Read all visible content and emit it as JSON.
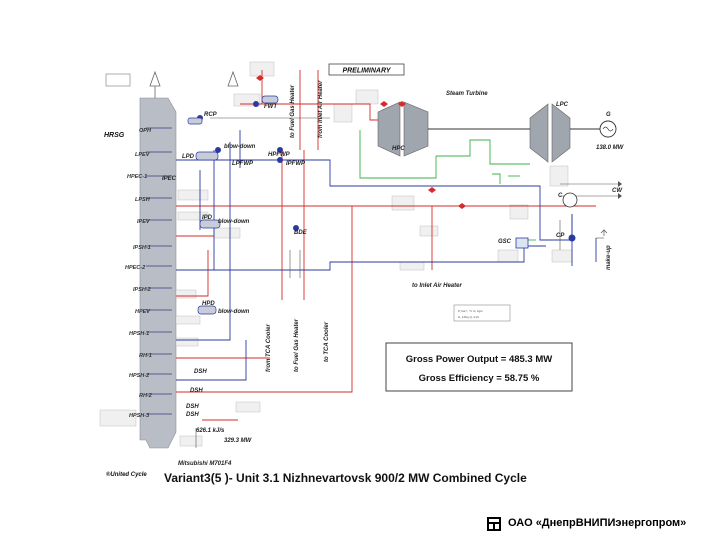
{
  "diagram": {
    "banner": "PRELIMINARY",
    "hrsg": "HRSG",
    "steam_turbine": "Steam Turbine",
    "lpc": "LPC",
    "hpc": "HPC",
    "generator_symbol": "G",
    "generator_output": "138.0 MW",
    "cw": "CW",
    "condenser": "C",
    "cp": "CP",
    "gsc": "GSC",
    "makeup": "make-up",
    "to_fuel_gas_heater": "to Fuel Gas Heater",
    "from_inlet_air_heater": "from Inlet Air Heater",
    "to_inlet_air_heater": "to Inlet Air Heater",
    "from_tca_cooler": "from TCA Cooler",
    "to_fuel_gas_heater_2": "to Fuel Gas Heater",
    "to_tca_cooler": "to TCA Cooler",
    "gas_turbine": "Mitsubishi M701F4",
    "gt_flow": "626.1 kJ/s",
    "gt_power": "329.3 MW",
    "gross_power": "Gross Power Output = 485.3 MW",
    "gross_efficiency": "Gross Efficiency = 58.75 %",
    "legend_line1": "P, bar   t, °C   G, kg/s",
    "legend_line2": "H, kJ/kg   Q, kJ/s",
    "copyright": "®United Cycle",
    "title": "Variant3(5 )- Unit 3.1 Nizhnevartovsk 900/2 MW Combined Cycle",
    "labels": {
      "oph": "OPH",
      "rcp": "RCP",
      "fwt": "FWT",
      "lpev": "LPEV",
      "lpd": "LPD",
      "blowdown1": "blow-down",
      "lpfwp": "LPFWP",
      "hpfwp": "HPFWP",
      "ipfwp": "IPFWP",
      "hpec1": "HPEC-1",
      "ipec": "IPEC",
      "lpsh": "LPSH",
      "ipev": "IPEV",
      "ipd": "IPD",
      "blowdown2": "blow-down",
      "ipsh1": "IPSH-1",
      "bde": "BDE",
      "hpec2": "HPEC-2",
      "ipsh2": "IPSH-2",
      "hpev": "HPEV",
      "hpd": "HPD",
      "blowdown3": "blow-down",
      "hpsh1": "HPSH-1",
      "rh1": "RH-1",
      "hpsh2": "HPSH-2",
      "rh2": "RH-2",
      "hpsh3": "HPSH-3",
      "dsh1": "DSH",
      "dsh2": "DSH",
      "dsh3": "DSH",
      "dsh4": "DSH"
    }
  },
  "footer": {
    "org": "ОАО «ДнепрВНИПИэнергопром»"
  }
}
